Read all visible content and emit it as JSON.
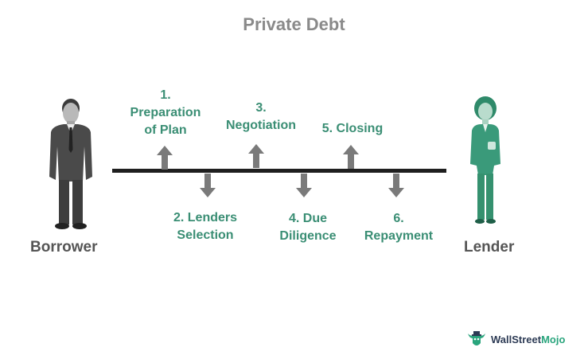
{
  "title": "Private Debt",
  "parties": {
    "borrower": "Borrower",
    "lender": "Lender"
  },
  "steps": [
    {
      "lines": [
        "1.",
        "Preparation",
        "of Plan"
      ],
      "direction": "up"
    },
    {
      "lines": [
        "2. Lenders",
        "Selection"
      ],
      "direction": "down"
    },
    {
      "lines": [
        "3.",
        "Negotiation"
      ],
      "direction": "up"
    },
    {
      "lines": [
        "4. Due",
        "Diligence"
      ],
      "direction": "down"
    },
    {
      "lines": [
        "5. Closing"
      ],
      "direction": "up"
    },
    {
      "lines": [
        "6.",
        "Repayment"
      ],
      "direction": "down"
    }
  ],
  "colors": {
    "step_text": "#3a8e74",
    "arrow": "#7a7a7a",
    "timeline": "#1f1f1f",
    "lender_figure": "#3a9a7a",
    "borrower_figure": "#4a4a4a"
  },
  "logo": {
    "text_part1": "WallStreet",
    "text_part2": "Mojo",
    "icon": "bull-mascot-icon"
  }
}
